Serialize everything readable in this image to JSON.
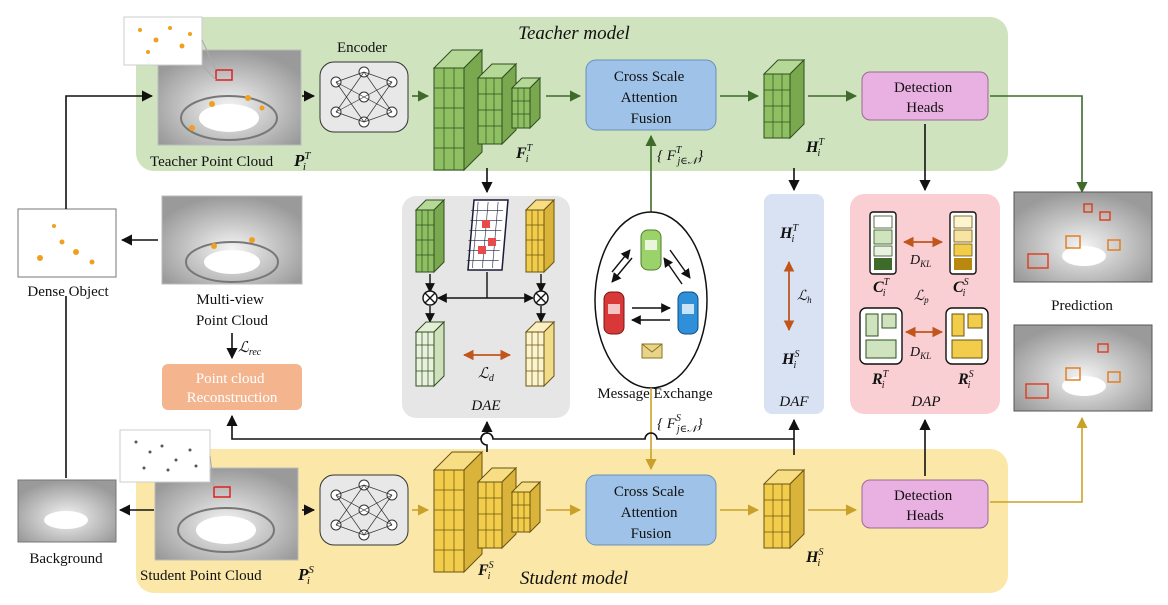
{
  "teacher": {
    "title": "Teacher model",
    "encoder": "Encoder",
    "point_cloud": "Teacher Point Cloud",
    "fusion": [
      "Cross Scale",
      "Attention",
      "Fusion"
    ],
    "detection": [
      "Detection",
      "Heads"
    ],
    "msg_math": "{ F",
    "msg_sup": "T",
    "msg_sub": "j∈𝒩",
    "msg_close": "}",
    "pc_math": "P",
    "pc_sup": "T",
    "pc_sub": "i",
    "f_math": "F",
    "f_sup": "T",
    "f_sub": "i",
    "h_math": "H",
    "h_sup": "T",
    "h_sub": "i"
  },
  "student": {
    "title": "Student model",
    "point_cloud": "Student Point Cloud",
    "fusion": [
      "Cross Scale",
      "Attention",
      "Fusion"
    ],
    "detection": [
      "Detection",
      "Heads"
    ],
    "msg_math": "{ F",
    "msg_sup": "S",
    "msg_sub": "j∈𝒩",
    "msg_close": "}",
    "pc_math": "P",
    "pc_sup": "S",
    "pc_sub": "i",
    "f_math": "F",
    "f_sup": "S",
    "f_sub": "i",
    "h_math": "H",
    "h_sup": "S",
    "h_sub": "i"
  },
  "middle": {
    "dense_object": "Dense  Object",
    "background": "Background",
    "multiview": [
      "Multi-view",
      "Point Cloud"
    ],
    "l_rec": "ℒ",
    "l_rec_sub": "rec",
    "reconstruction": [
      "Point cloud",
      "Reconstruction"
    ],
    "dae": "DAE",
    "l_d": "ℒ",
    "l_d_sub": "d",
    "message_exchange": "Message  Exchange",
    "daf": "DAF",
    "daf_ht": "H",
    "daf_ht_sup": "T",
    "daf_ht_sub": "i",
    "daf_hs": "H",
    "daf_hs_sup": "S",
    "daf_hs_sub": "i",
    "l_h": "ℒ",
    "l_h_sub": "h",
    "dap": "DAP",
    "c_t": "C",
    "c_t_sup": "T",
    "c_t_sub": "i",
    "c_s": "C",
    "c_s_sup": "S",
    "c_s_sub": "i",
    "r_t": "R",
    "r_t_sup": "T",
    "r_t_sub": "i",
    "r_s": "R",
    "r_s_sup": "S",
    "r_s_sub": "i",
    "d_kl": "D",
    "d_kl_sub": "KL",
    "l_p": "ℒ",
    "l_p_sub": "p",
    "prediction": "Prediction"
  },
  "colors": {
    "teacher_bg": "#cfe3bf",
    "student_bg": "#fbe8a8",
    "fusion_box": "#9fc2e8",
    "detection_box": "#e9b0e2",
    "recon_box": "#f3b48e",
    "dae_bg": "#e6e6e6",
    "daf_bg": "#d9e2f3",
    "dap_bg": "#f9cfd3",
    "green_cube": "#8fbf63",
    "yellow_cube": "#f2cd4b",
    "teacher_arrow": "#3e6b2a",
    "student_arrow": "#c9a12a",
    "orange_arrow": "#c0561c"
  }
}
